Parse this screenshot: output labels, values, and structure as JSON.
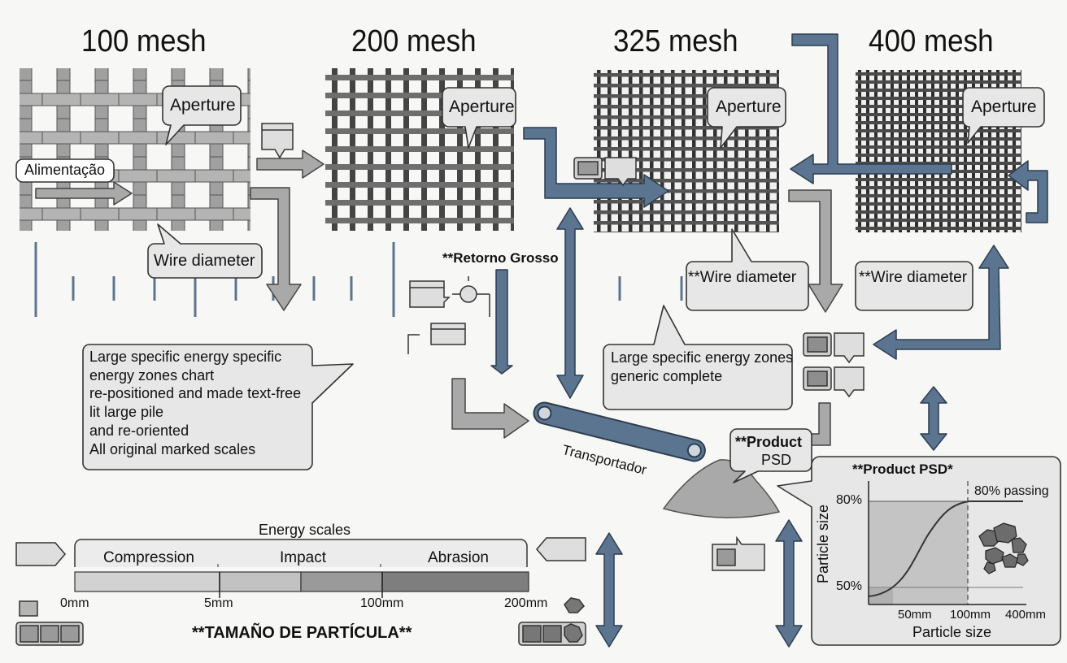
{
  "meshes": [
    {
      "title": "100 mesh",
      "aperture": "Aperture",
      "wire": "Wire diameter"
    },
    {
      "title": "200 mesh",
      "aperture": "Aperture"
    },
    {
      "title": "325 mesh",
      "aperture": "Aperture",
      "wire": "**Wire diameter"
    },
    {
      "title": "400 mesh",
      "aperture": "Aperture",
      "wire": "**Wire diameter"
    }
  ],
  "labels": {
    "feed": "Alimentação",
    "coarse_return": "**Retorno Grosso",
    "conveyor": "Transportador",
    "product_prefix": "**Product",
    "product_line2": "PSD"
  },
  "notes": {
    "left": [
      "Large specific energy specific",
      "energy zones chart",
      "re-positioned and made text-free",
      "lit large pile",
      "and re-oriented",
      "All original marked scales"
    ],
    "right": [
      "Large specific energy zones",
      "generic complete"
    ]
  },
  "energy": {
    "title": "Energy scales",
    "zones": [
      "Compression",
      "Impact",
      "Abrasion"
    ],
    "ticks": [
      "0mm",
      "5mm",
      "100mm",
      "200mm"
    ],
    "axis_title": "**TAMAÑO DE PARTÍCULA**"
  },
  "psd": {
    "title": "**Product PSD*",
    "passing": "80% passing",
    "ylabel": "Particle size",
    "xlabel": "Particle size",
    "y_ticks": [
      "80%",
      "50%"
    ],
    "x_ticks": [
      "50mm",
      "100mm",
      "400mm"
    ]
  },
  "colors": {
    "steel": "#5b7590",
    "grey": "#a9a9a9",
    "wire_dark": "#3c3c3c"
  }
}
